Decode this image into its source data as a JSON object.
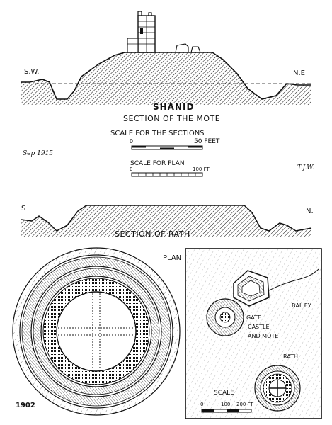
{
  "section_mote": {
    "label_left": "S.W.",
    "label_right": "N.E",
    "title": "SHANID",
    "subtitle": "SECTION OF THE MOTE"
  },
  "scales": {
    "sections_title": "SCALE FOR THE SECTIONS",
    "sections_zero": "0",
    "sections_end": "50 FEET",
    "plan_title": "SCALE FOR PLAN",
    "plan_zero": "0",
    "plan_end": "100 FT"
  },
  "annotations": {
    "date": "Sep 1915",
    "initials": "T.J.W."
  },
  "section_rath": {
    "label_left": "S",
    "label_right": "N.",
    "title": "SECTION OF RATH"
  },
  "plan": {
    "title": "PLAN",
    "year": "1902"
  },
  "map": {
    "bailey": "BAILEY",
    "gate": "GATE",
    "castle": "CASTLE",
    "and_mote": "AND MOTE",
    "rath": "RATH",
    "scale_title": "SCALE",
    "scale_zero": "0",
    "scale_mid": "100",
    "scale_end": "200 FT"
  }
}
